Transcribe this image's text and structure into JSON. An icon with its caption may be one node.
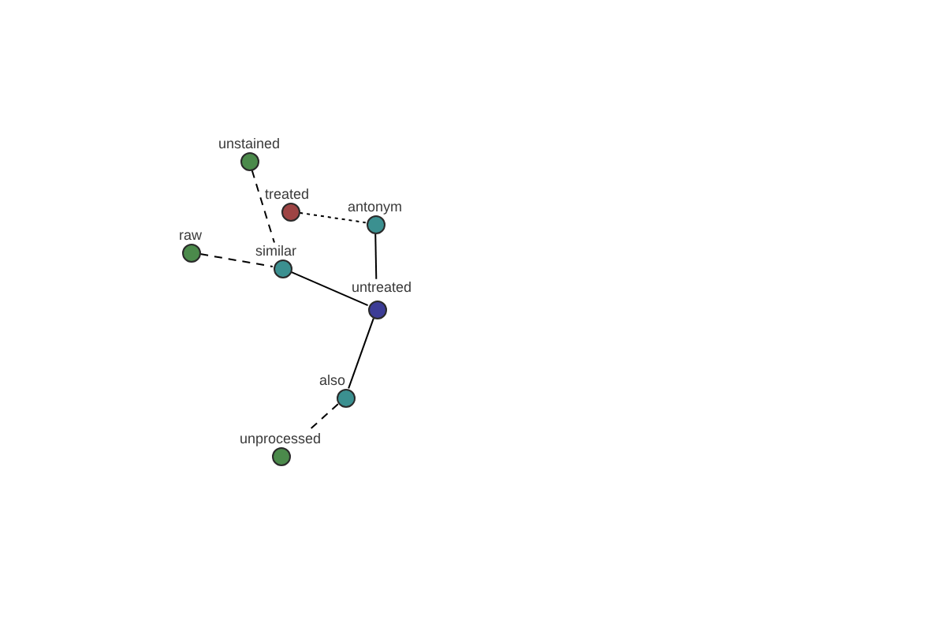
{
  "diagram": {
    "nodes": [
      {
        "text": [
          "unstained"
        ]
      },
      {
        "text": [
          "treated"
        ]
      },
      {
        "text": [
          "antonym"
        ]
      },
      {
        "text": [
          "raw"
        ]
      },
      {
        "text": [
          "similar"
        ]
      },
      {
        "text": [
          "untreated"
        ]
      },
      {
        "text": [
          "also"
        ]
      },
      {
        "text": [
          "unprocessed"
        ]
      }
    ],
    "edges": [
      {
        "from": 0,
        "to": 4,
        "arrow": "none",
        "style": "dashed"
      },
      {
        "from": 1,
        "to": 2,
        "arrow": "none",
        "style": "dashed"
      },
      {
        "from": 3,
        "to": 4,
        "arrow": "none",
        "style": "dashed"
      },
      {
        "from": 4,
        "to": 5,
        "arrow": "none"
      },
      {
        "from": 2,
        "to": 5,
        "arrow": "none"
      },
      {
        "from": 5,
        "to": 6,
        "arrow": "none"
      },
      {
        "from": 6,
        "to": 7,
        "arrow": "none",
        "style": "dashed"
      }
    ]
  }
}
